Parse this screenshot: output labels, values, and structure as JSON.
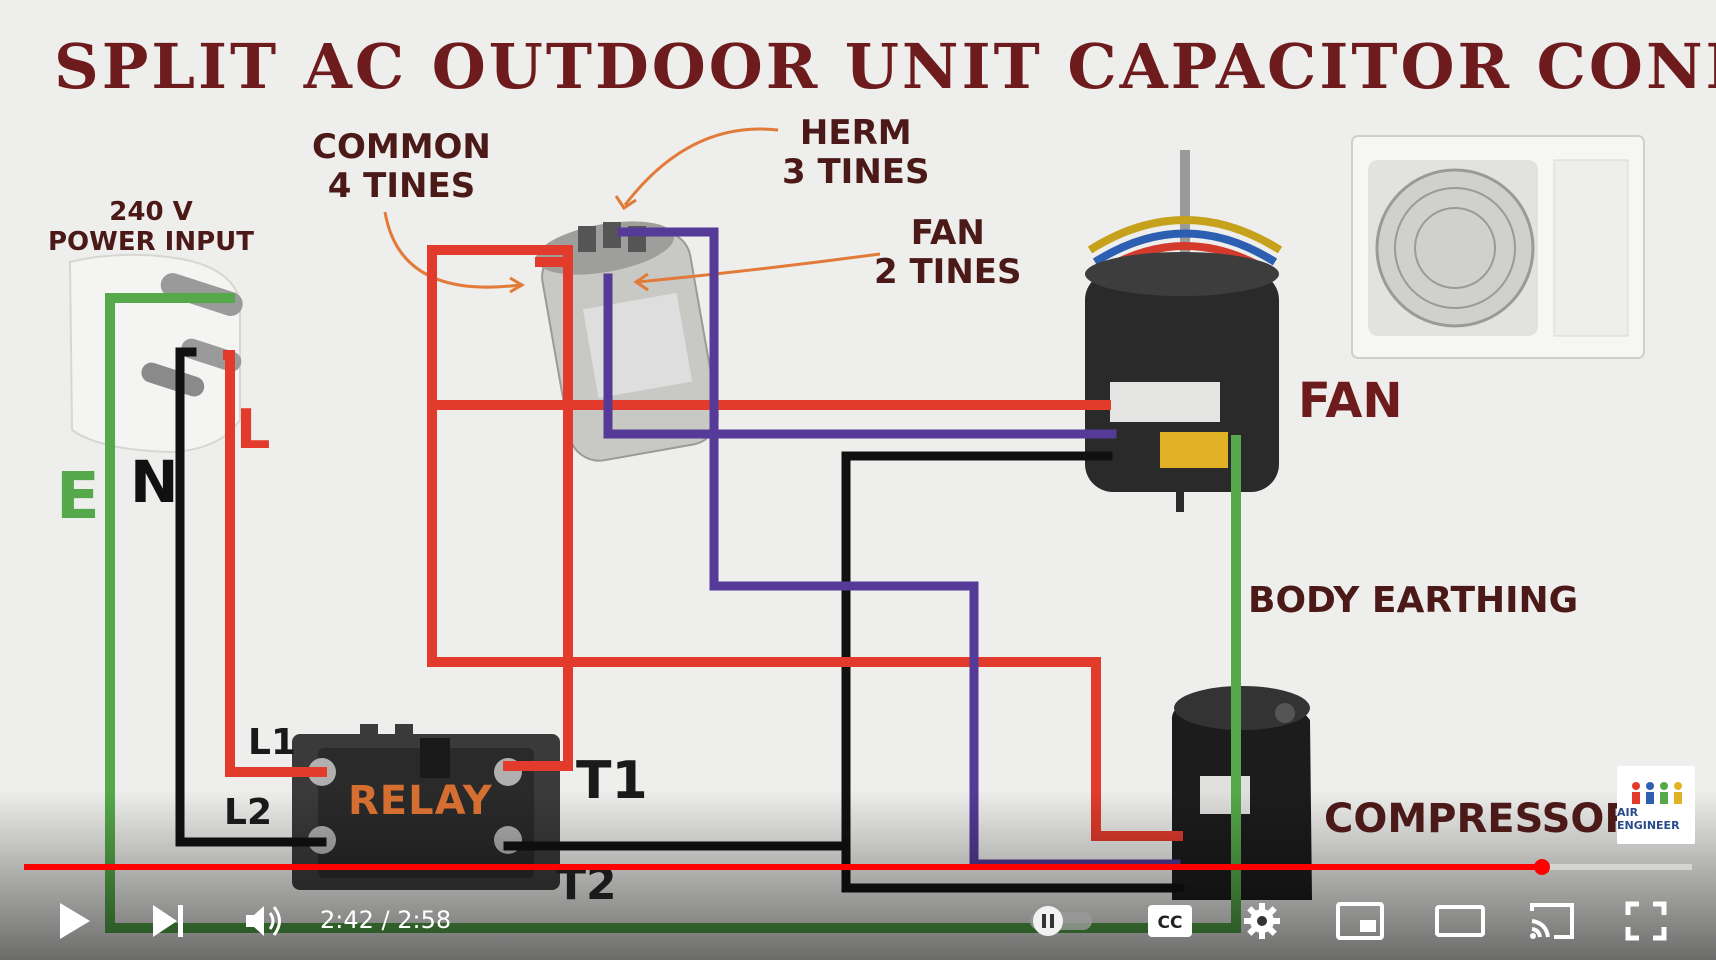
{
  "video": {
    "title": "SPLIT AC OUTDOOR UNIT CAPACITOR CONNECTION",
    "labels": {
      "common_line1": "COMMON",
      "common_line2": "4 TINES",
      "herm_line1": "HERM",
      "herm_line2": "3 TINES",
      "fan_cap_line1": "FAN",
      "fan_cap_line2": "2 TINES",
      "power_line1": "240 V",
      "power_line2": "POWER INPUT",
      "fan_motor": "FAN",
      "body_earthing": "BODY EARTHING",
      "compressor": "COMPRESSOR",
      "relay": "RELAY",
      "l1": "L1",
      "l2": "L2",
      "t1": "T1",
      "t2": "T2"
    },
    "wire_labels": {
      "earth": "E",
      "neutral": "N",
      "live": "L"
    },
    "wire_colors": {
      "earth": "#55a94a",
      "neutral": "#111111",
      "live": "#e23b2c",
      "purple": "#553a98"
    },
    "channel_watermark": "AIR ENGINEER"
  },
  "player": {
    "current_time": "2:42",
    "separator": "/",
    "duration": "2:58",
    "progress_fraction": 0.91,
    "accent_color": "#ff0000",
    "controls": {
      "play": "play-icon",
      "next": "next-icon",
      "volume": "volume-icon",
      "autoplay": "autoplay-toggle-icon",
      "captions": "CC",
      "settings": "gear-icon",
      "miniplayer": "miniplayer-icon",
      "theater": "theater-icon",
      "cast": "cast-icon",
      "fullscreen": "fullscreen-icon"
    }
  }
}
